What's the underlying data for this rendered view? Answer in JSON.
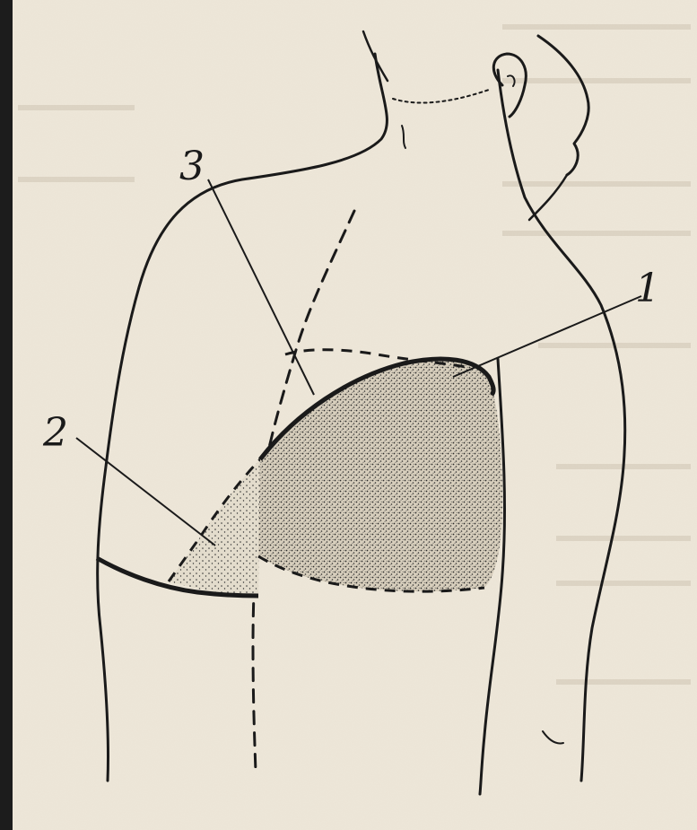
{
  "figure": {
    "labels": [
      {
        "id": "1",
        "text": "1"
      },
      {
        "id": "2",
        "text": "2"
      },
      {
        "id": "3",
        "text": "3"
      }
    ]
  },
  "colors": {
    "paper": "#eee7d9",
    "ink": "#1a1a1a",
    "frame": "#1c1c1c"
  }
}
